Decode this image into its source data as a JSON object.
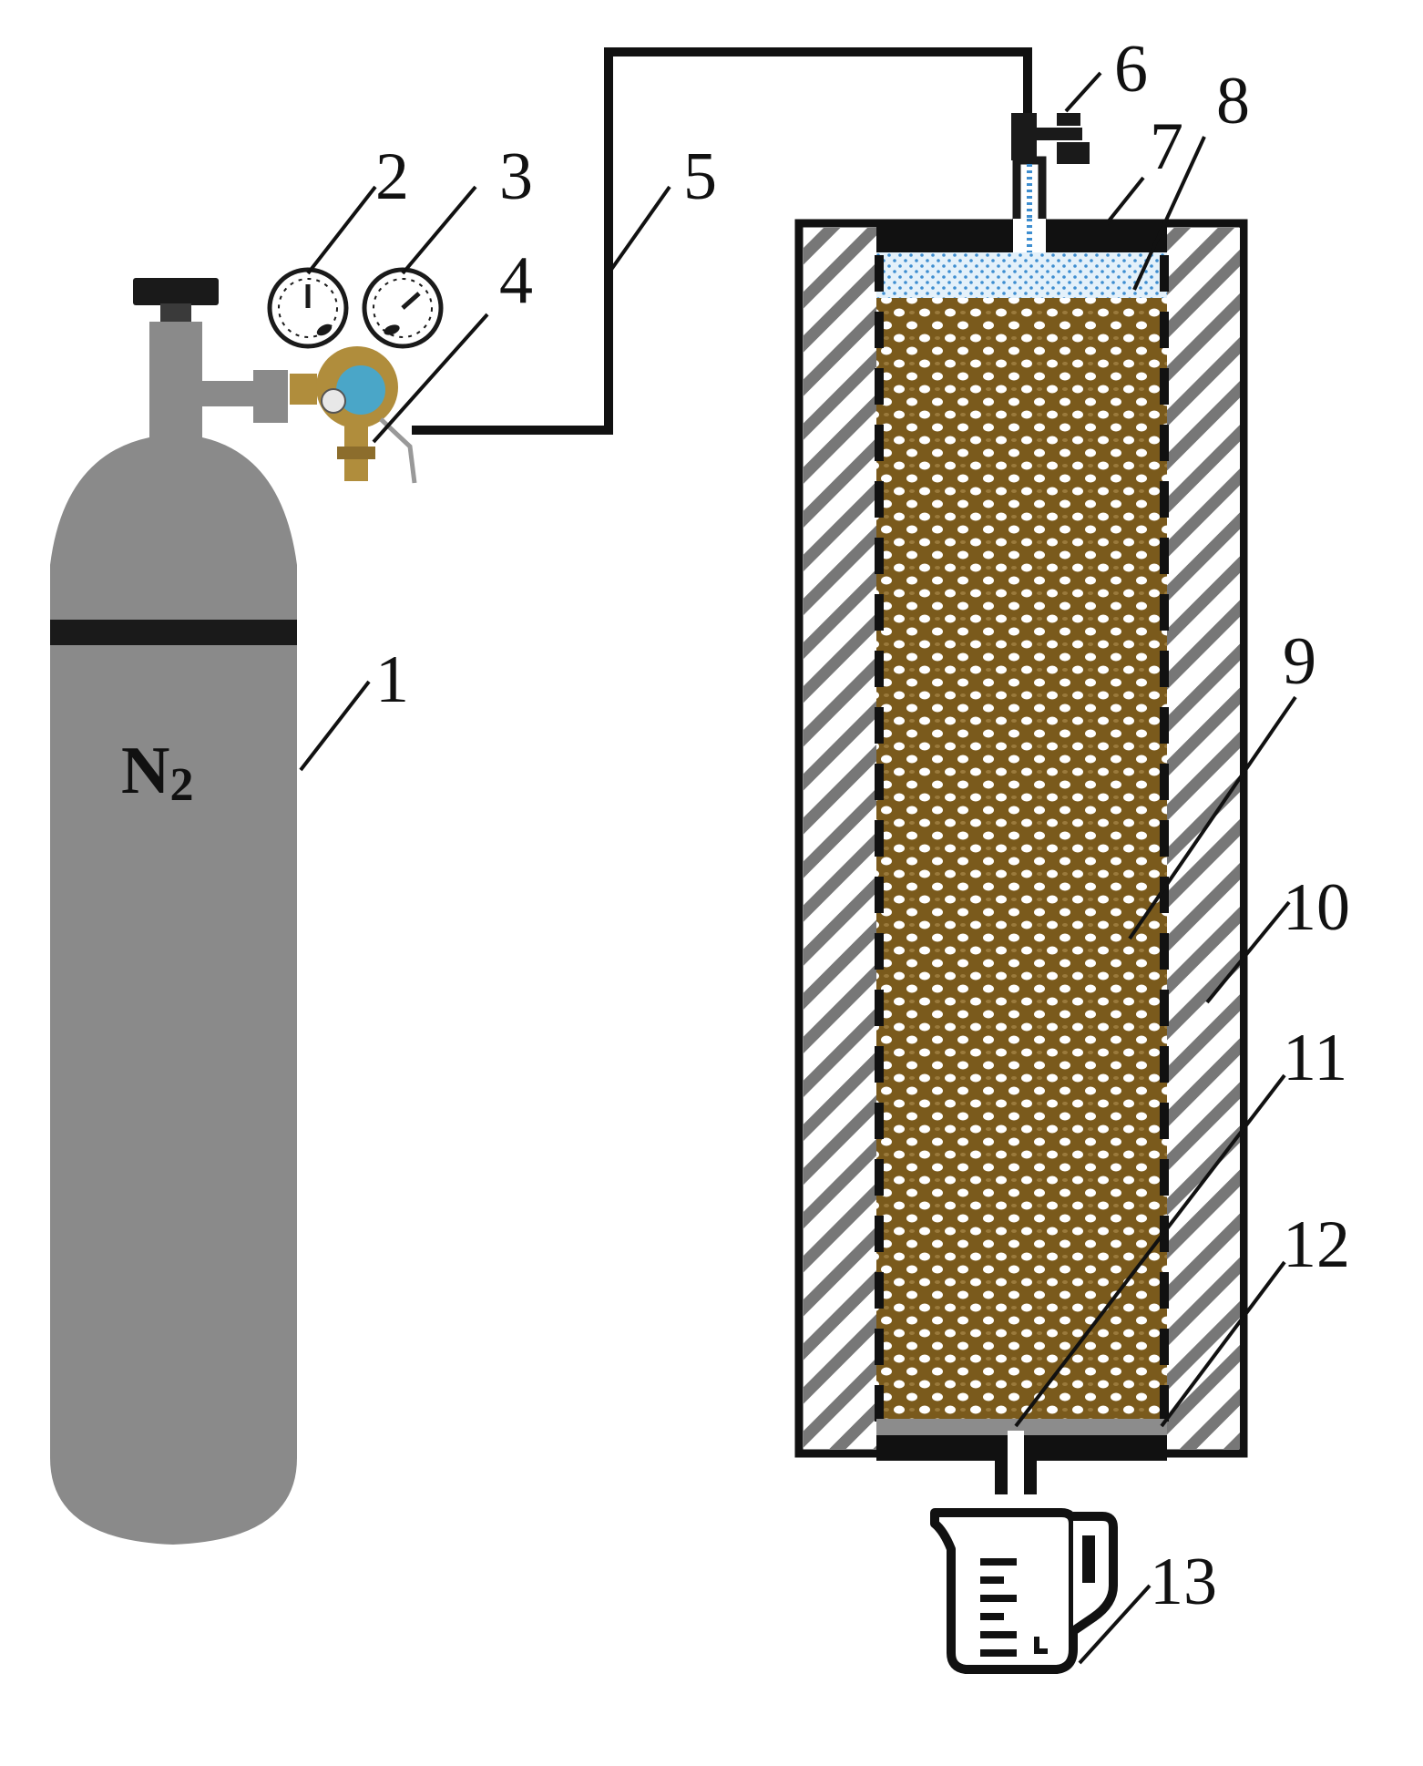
{
  "figure": {
    "gas_label": "N",
    "gas_label_subscript": "2",
    "callouts": [
      "1",
      "2",
      "3",
      "4",
      "5",
      "6",
      "7",
      "8",
      "9",
      "10",
      "11",
      "12",
      "13"
    ]
  },
  "colors": {
    "cylinder": "#8a8a8a",
    "cylinder_band": "#1a1a1a",
    "sand": "#7a5a1c",
    "sand_light": "#ffffff",
    "gas_space": "#d8ecf8",
    "gas_dots": "#3e8ed0",
    "filter": "#8c8c8c",
    "regulator_body": "#b08d3c",
    "regulator_dial": "#4aa6c8",
    "line": "#111111",
    "hatch": "#777777"
  },
  "icons": [
    "gas-cylinder-icon",
    "pressure-gauge-icon",
    "regulator-icon",
    "valve-icon",
    "measuring-cup-icon"
  ]
}
